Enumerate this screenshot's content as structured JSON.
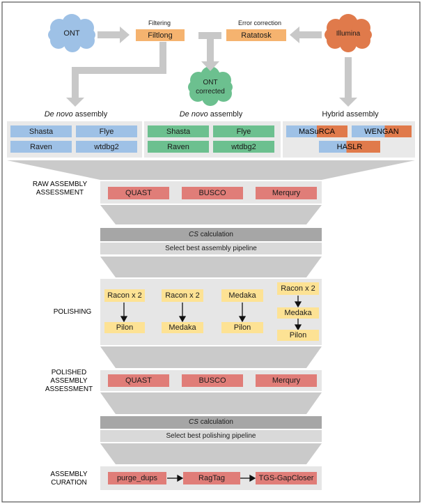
{
  "inputs": {
    "ont": "ONT",
    "illumina": "Illumina",
    "ont_corrected": "ONT corrected"
  },
  "steps": {
    "filtering_label": "Filtering",
    "filtlong": "Filtlong",
    "error_correction_label": "Error correction",
    "ratatosk": "Ratatosk"
  },
  "assembly": {
    "denovo_prefix": "De novo",
    "denovo_suffix": " assembly",
    "hybrid_title": "Hybrid assembly",
    "ont_tools": [
      "Shasta",
      "Flye",
      "Raven",
      "wtdbg2"
    ],
    "corrected_tools": [
      "Shasta",
      "Flye",
      "Raven",
      "wtdbg2"
    ],
    "hybrid_tools": [
      "MaSuRCA",
      "WENGAN",
      "HASLR"
    ]
  },
  "raw_assessment": {
    "label": "RAW ASSEMBLY ASSESSMENT",
    "tools": [
      "QUAST",
      "BUSCO",
      "Merqury"
    ]
  },
  "cs1": {
    "cs": "CS",
    "calc": " calculation",
    "select": "Select best assembly pipeline"
  },
  "polishing": {
    "label": "POLISHING",
    "pipelines": [
      [
        "Racon x 2",
        "Pilon"
      ],
      [
        "Racon x 2",
        "Medaka"
      ],
      [
        "Medaka",
        "Pilon"
      ],
      [
        "Racon x 2",
        "Medaka",
        "Pilon"
      ]
    ]
  },
  "polished_assessment": {
    "label": "POLISHED ASSEMBLY ASSESSMENT",
    "tools": [
      "QUAST",
      "BUSCO",
      "Merqury"
    ]
  },
  "cs2": {
    "cs": "CS",
    "calc": " calculation",
    "select": "Select best polishing pipeline"
  },
  "curation": {
    "label": "ASSEMBLY CURATION",
    "tools": [
      "purge_dups",
      "RagTag",
      "TGS-GapCloser"
    ]
  },
  "colors": {
    "blue": "#9ec1e6",
    "green": "#6cc08f",
    "red": "#e07d78",
    "yellow": "#fde294",
    "orange": "#f5b36f",
    "grey_dark": "#a6a6a6",
    "grey_light": "#d9d9d9",
    "panel": "#e9e9e9",
    "arrow": "#c8c8c8"
  }
}
